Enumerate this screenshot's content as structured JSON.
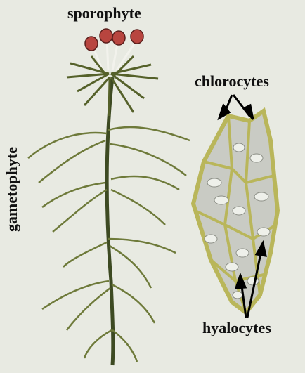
{
  "labels": {
    "sporophyte": "sporophyte",
    "gametophyte": "gametophyte",
    "chlorocytes": "chlorocytes",
    "hyalocytes": "hyalocytes"
  },
  "colors": {
    "background": "#e8eae2",
    "leaf": "#6e7a3a",
    "leaf_light": "#9aa356",
    "stem": "#3d4a22",
    "capsule": "#b8453f",
    "cell_wall": "#b9b65a",
    "cell_fill": "#c9cbc4",
    "arrow": "#000000"
  }
}
